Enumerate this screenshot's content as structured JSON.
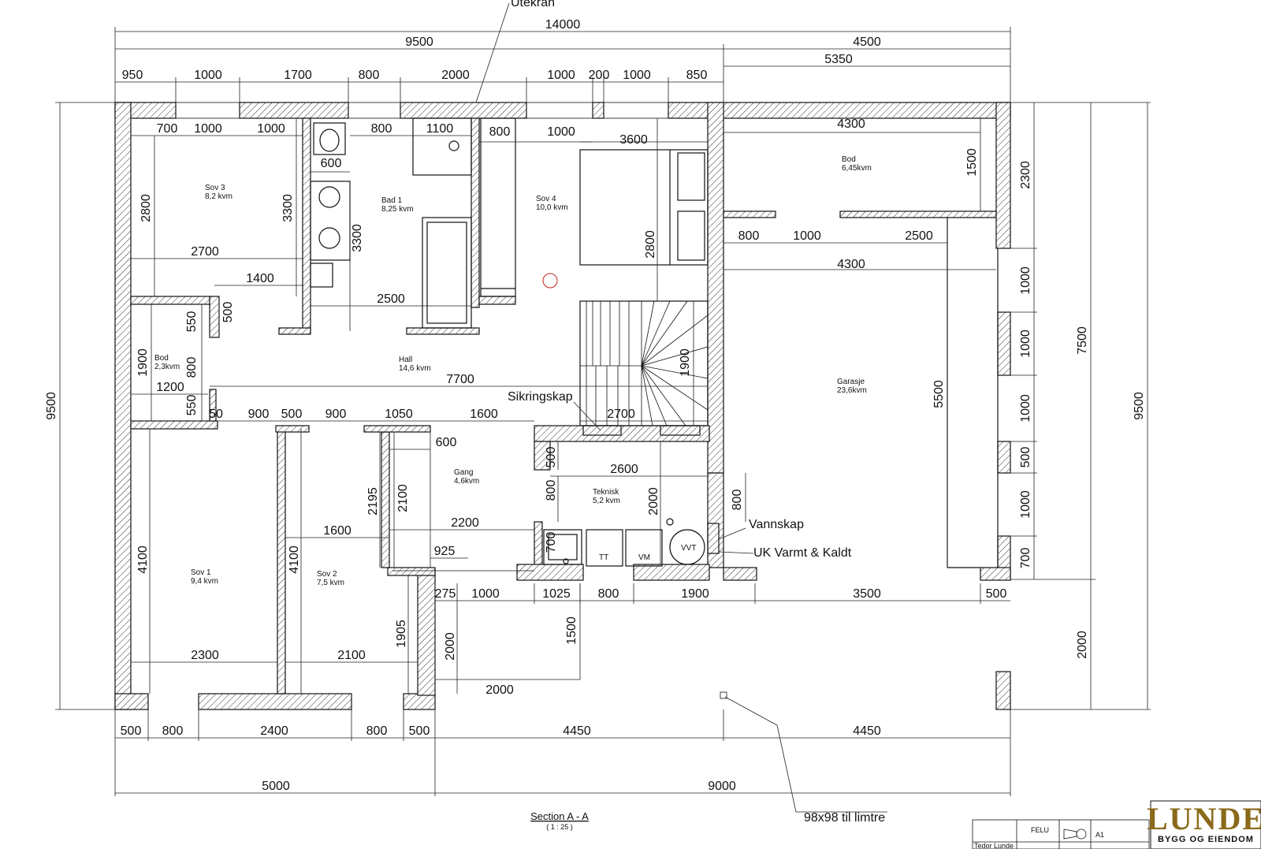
{
  "rooms": {
    "sov3": {
      "name": "Sov 3",
      "area": "8,2 kvm"
    },
    "bad1": {
      "name": "Bad 1",
      "area": "8,25 kvm"
    },
    "sov4": {
      "name": "Sov 4",
      "area": "10,0 kvm"
    },
    "bod_top": {
      "name": "Bod",
      "area": "6,45kvm"
    },
    "bod_small": {
      "name": "Bod",
      "area": "2,3kvm"
    },
    "hall": {
      "name": "Hall",
      "area": "14,6 kvm"
    },
    "garasje": {
      "name": "Garasje",
      "area": "23,6kvm"
    },
    "gang": {
      "name": "Gang",
      "area": "4,6kvm"
    },
    "teknisk": {
      "name": "Teknisk",
      "area": "5,2 kvm"
    },
    "sov1": {
      "name": "Sov 1",
      "area": "9,4 kvm"
    },
    "sov2": {
      "name": "Sov 2",
      "area": "7,5 kvm"
    }
  },
  "fixtures": {
    "tt": "TT",
    "vm": "VM",
    "vvt": "VVT"
  },
  "labels": {
    "utekran": "Utekran",
    "sikringskap": "Sikringskap",
    "vannskap": "Vannskap",
    "uk": "UK Varmt & Kaldt",
    "limtre": "98x98 til limtre"
  },
  "section": {
    "title": "Section A - A",
    "scale": "( 1 : 25 )"
  },
  "titleblock": {
    "designer": "FELU",
    "sheet": "A1",
    "name": "Tedor Lunde"
  },
  "logo": {
    "main": "LUNDE",
    "sub": "BYGG OG EIENDOM"
  },
  "dims": {
    "top_total": "14000",
    "top_left": "9500",
    "top_right": "4500",
    "top_5350": "5350",
    "t950": "950",
    "t1000a": "1000",
    "t1700": "1700",
    "t800": "800",
    "t2000": "2000",
    "t1000b": "1000",
    "t200": "200",
    "t1000c": "1000",
    "t850": "850",
    "left_total": "9500",
    "right_9500": "9500",
    "right_7500": "7500",
    "right_2000": "2000",
    "r2300": "2300",
    "r1000a": "1000",
    "r1000b": "1000",
    "r1000c": "1000",
    "r500": "500",
    "r1000d": "1000",
    "r700": "700",
    "b500a": "500",
    "b800a": "800",
    "b2400": "2400",
    "b800b": "800",
    "b500b": "500",
    "b4450a": "4450",
    "b4450b": "4450",
    "b5000": "5000",
    "b9000": "9000",
    "i700": "700",
    "i1000a": "1000",
    "i1000b": "1000",
    "i2800a": "2800",
    "i3300a": "3300",
    "i2700a": "2700",
    "i1400": "1400",
    "i600a": "600",
    "i3300b": "3300",
    "i800a": "800",
    "i1100": "1100",
    "i800b": "800",
    "i1000c": "1000",
    "i3600": "3600",
    "i2500a": "2500",
    "i2800b": "2800",
    "i4300a": "4300",
    "i1500a": "1500",
    "i800c": "800",
    "i1000d": "1000",
    "i2500b": "2500",
    "i4300b": "4300",
    "i550a": "550",
    "i500a": "500",
    "i1900a": "1900",
    "i800d": "800",
    "i1200": "1200",
    "i550b": "550",
    "i7700": "7700",
    "i1900b": "1900",
    "i5500": "5500",
    "m50": "50",
    "m900a": "900",
    "m500": "500",
    "m900b": "900",
    "m1050": "1050",
    "m1600": "1600",
    "m2700": "2700",
    "i600b": "600",
    "i500b": "500",
    "i2600": "2600",
    "i2195": "2195",
    "i2100a": "2100",
    "i800e": "800",
    "i2000a": "2000",
    "i800f": "800",
    "i2200": "2200",
    "i1600b": "1600",
    "i700b": "700",
    "i925": "925",
    "i4100a": "4100",
    "i4100b": "4100",
    "l275": "275",
    "l1000": "1000",
    "l1025": "1025",
    "l800": "800",
    "l1900": "1900",
    "l3500": "3500",
    "l500": "500",
    "i1905": "1905",
    "i2000b": "2000",
    "i1500b": "1500",
    "i2000c": "2000",
    "i2300": "2300",
    "i2100b": "2100"
  }
}
